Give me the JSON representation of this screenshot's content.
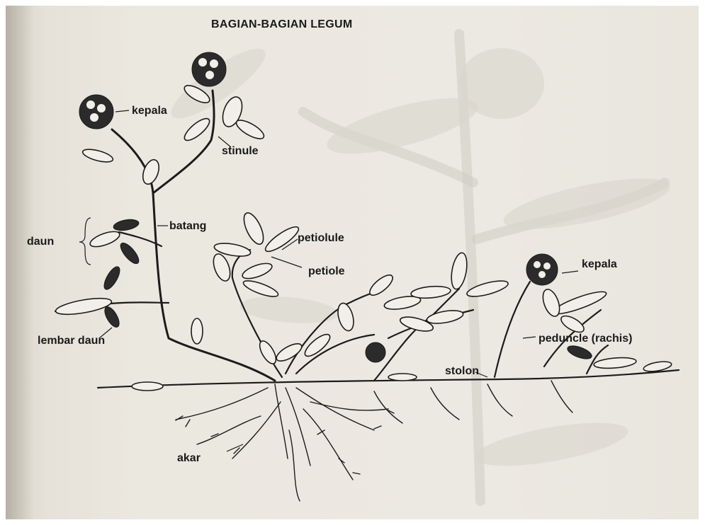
{
  "title": "BAGIAN-BAGIAN LEGUM",
  "labels": {
    "kepala_top": "kepala",
    "stinule": "stinule",
    "daun": "daun",
    "batang": "batang",
    "petiolule": "petiolule",
    "petiole": "petiole",
    "kepala_right": "kepala",
    "lembar_daun": "lembar daun",
    "peduncle": "peduncle (rachis)",
    "stolon": "stolon",
    "akar": "akar"
  }
}
